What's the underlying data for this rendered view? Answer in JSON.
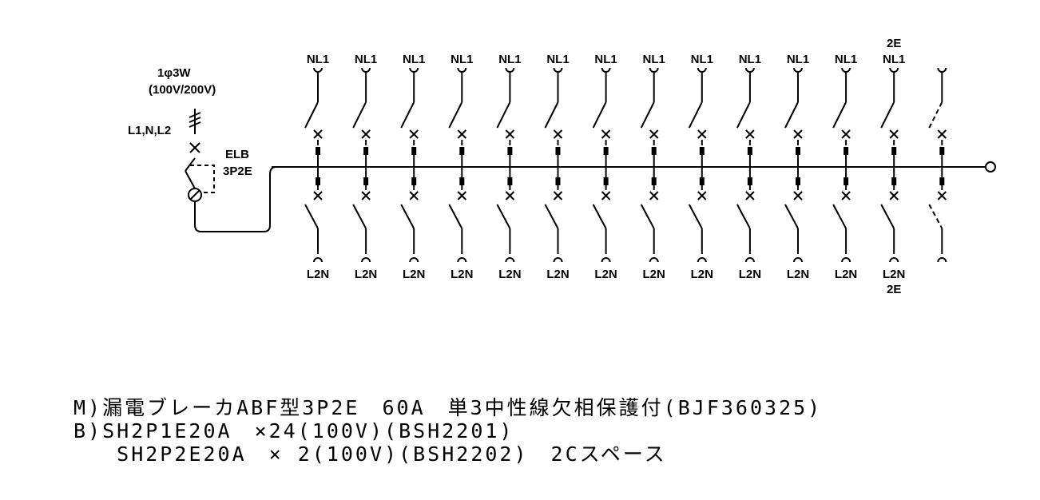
{
  "supply": {
    "phase": "1φ3W",
    "voltage": "(100V/200V)",
    "lines": "L1,N,L2"
  },
  "main_breaker": {
    "type": "ELB",
    "poles": "3P2E"
  },
  "branches": [
    {
      "top": "NL1",
      "bottom": "L2N"
    },
    {
      "top": "NL1",
      "bottom": "L2N"
    },
    {
      "top": "NL1",
      "bottom": "L2N"
    },
    {
      "top": "NL1",
      "bottom": "L2N"
    },
    {
      "top": "NL1",
      "bottom": "L2N"
    },
    {
      "top": "NL1",
      "bottom": "L2N"
    },
    {
      "top": "NL1",
      "bottom": "L2N"
    },
    {
      "top": "NL1",
      "bottom": "L2N"
    },
    {
      "top": "NL1",
      "bottom": "L2N"
    },
    {
      "top": "NL1",
      "bottom": "L2N"
    },
    {
      "top": "NL1",
      "bottom": "L2N"
    },
    {
      "top": "NL1",
      "bottom": "L2N"
    },
    {
      "top": "NL1",
      "bottom": "L2N",
      "top_extra": "2E",
      "bottom_extra": "2E"
    },
    {
      "top": "",
      "bottom": "",
      "spare": true
    }
  ],
  "notes": [
    "M)漏電ブレーカABF型3P2E　60A　単3中性線欠相保護付(BJF360325)",
    "B)SH2P1E20A　×24(100V)(BSH2201)",
    "   SH2P2E20A　× 2(100V)(BSH2202)　2Cスペース"
  ]
}
